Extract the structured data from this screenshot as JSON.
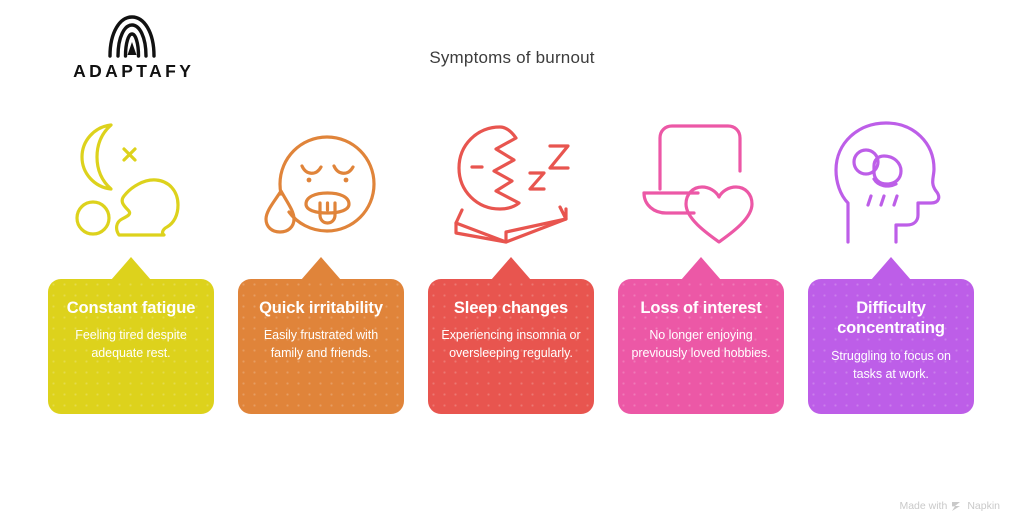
{
  "header": {
    "brand_name": "ADAPTAFY",
    "brand_logo_icon": "adaptafy-arch-logo",
    "title": "Symptoms of burnout"
  },
  "colors": {
    "background": "#ffffff",
    "title_text": "#3c3c3c",
    "card_text": "#ffffff",
    "footer_text": "#c9c9c9",
    "card_1": "#DDD21C",
    "card_2": "#E0843A",
    "card_3": "#E8554F",
    "card_4": "#EC58A6",
    "card_5": "#BD5EE8"
  },
  "columns": [
    {
      "icon_name": "crescent-moon-sparkle-exhausted-person-icon",
      "color": "#DDD21C",
      "title": "Constant fatigue",
      "description": "Feeling tired despite adequate rest."
    },
    {
      "icon_name": "weary-face-sweat-drop-tongue-out-icon",
      "color": "#E0843A",
      "title": "Quick irritability",
      "description": "Easily frustrated with family and friends."
    },
    {
      "icon_name": "sleeping-moon-bed-zzz-icon",
      "color": "#E8554F",
      "title": "Sleep changes",
      "description": "Experiencing insomnia or oversleeping regularly."
    },
    {
      "icon_name": "laptop-heart-icon",
      "color": "#EC58A6",
      "title": "Loss of interest",
      "description": "No longer enjoying previously loved hobbies."
    },
    {
      "icon_name": "head-profile-rain-cloud-icon",
      "color": "#BD5EE8",
      "title": "Difficulty concentrating",
      "description": "Struggling to focus on tasks at work."
    }
  ],
  "footer": {
    "made_with_label": "Made with",
    "napkin_label": "Napkin",
    "napkin_icon": "napkin-logo-icon"
  }
}
